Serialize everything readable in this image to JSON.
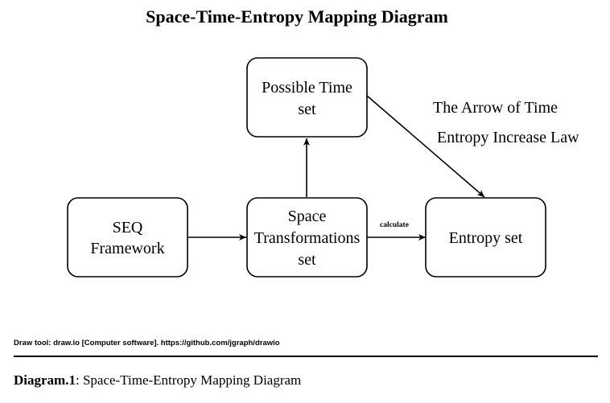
{
  "title": "Space-Time-Entropy Mapping Diagram",
  "nodes": {
    "seq": [
      "SEQ",
      "Framework"
    ],
    "time": [
      "Possible Time",
      "set"
    ],
    "space": [
      "Space",
      "Transformations",
      "set"
    ],
    "entropy": [
      "Entropy set"
    ]
  },
  "edge_labels": {
    "calculate": "calculate",
    "arrow_of_time": "The Arrow of Time",
    "entropy_law": "Entropy Increase Law"
  },
  "credit": "Draw tool: draw.io  [Computer software]. https://github.com/jgraph/drawio",
  "caption": {
    "label": "Diagram.1",
    "separator": ": ",
    "text": "Space-Time-Entropy Mapping Diagram"
  }
}
